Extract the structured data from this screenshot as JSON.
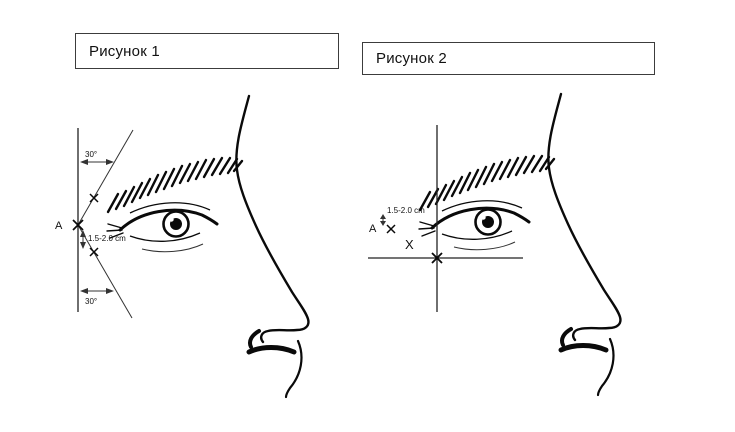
{
  "figure1": {
    "title": "Рисунок 1",
    "point_label": "A",
    "angle_top_label": "30°",
    "angle_bottom_label": "30°",
    "distance_label": "1.5-2.0 cm"
  },
  "figure2": {
    "title": "Рисунок 2",
    "point_label": "A",
    "distance_label": "1.5-2.0 cm",
    "x_label": "X"
  }
}
